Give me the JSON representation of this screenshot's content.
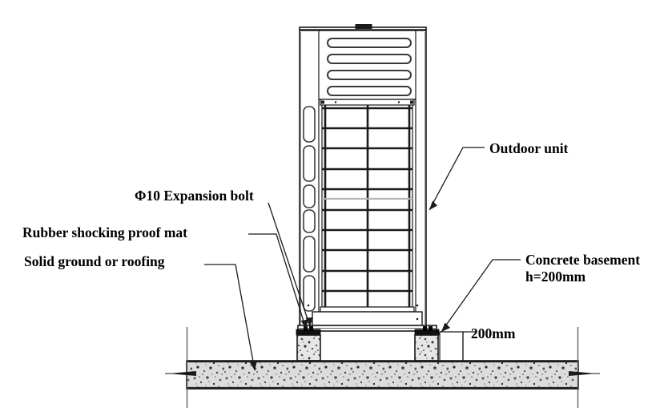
{
  "diagram": {
    "title": "Outdoor unit installation detail",
    "background_color": "#ffffff",
    "line_color": "#1a1a1a",
    "concrete_fill_color": "#e8e8e8",
    "rubber_mat_color": "#111111",
    "ground_fill_color": "#d9d9d9"
  },
  "labels": {
    "expansion_bolt": "Φ10 Expansion bolt",
    "rubber_mat": "Rubber shocking proof mat",
    "solid_ground": "Solid ground or roofing",
    "outdoor_unit": "Outdoor unit",
    "concrete_basement_line1": "Concrete basement",
    "concrete_basement_line2": "h=200mm",
    "dimension_200mm": "200mm"
  },
  "components": {
    "outdoor_unit": {
      "name": "Outdoor unit",
      "top_louver_count": 4,
      "left_panel_slot_count": 6,
      "grille_horizontal_bar_count": 10,
      "grille_vertical_bar_count": 3,
      "has_top_handle": true
    },
    "concrete_basement": {
      "name": "Concrete basement",
      "height_mm": 200,
      "count": 2,
      "hatch": "speckled-aggregate"
    },
    "rubber_mat": {
      "name": "Rubber shocking proof mat",
      "count": 2
    },
    "expansion_bolt": {
      "name": "Φ10 Expansion bolt",
      "diameter_mm": 10,
      "count": 2
    },
    "ground": {
      "name": "Solid ground or roofing",
      "hatch": "speckled-aggregate"
    }
  },
  "dimensions": {
    "height_label": "200mm",
    "height_value": 200,
    "units": "mm"
  }
}
